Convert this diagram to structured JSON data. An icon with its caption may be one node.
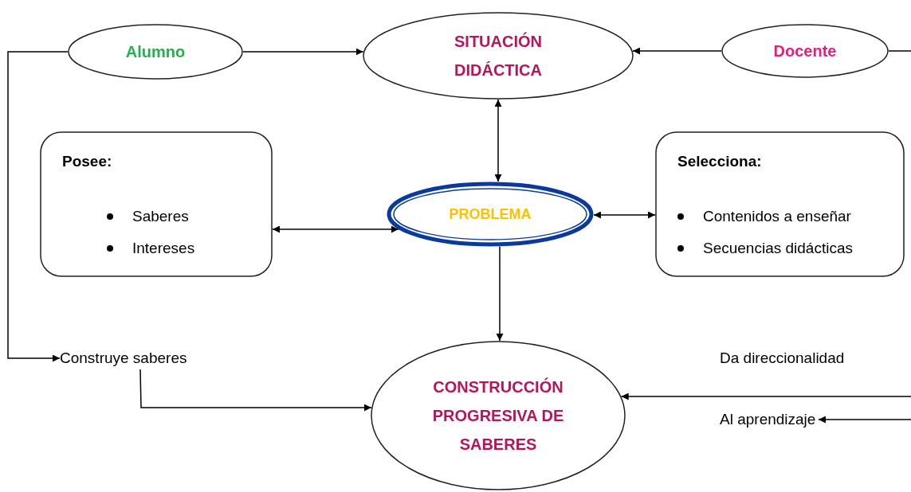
{
  "diagram": {
    "nodes": [
      {
        "text": [
          "Alumno"
        ]
      },
      {
        "text": [
          "SITUACIÓN DIDÁCTICA"
        ]
      },
      {
        "text": [
          "Docente"
        ]
      },
      {
        "text": [
          "Posee:",
          "Saberes",
          "Intereses"
        ]
      },
      {
        "text": [
          "PROBLEMA"
        ]
      },
      {
        "text": [
          "Selecciona:",
          "Contenidos a enseñar",
          "Secuencias didácticas"
        ]
      },
      {
        "text": [
          "Construye saberes"
        ]
      },
      {
        "text": [
          "CONSTRUCCIÓN PROGRESIVA DE SABERES"
        ]
      },
      {
        "text": [
          "Da direccionalidad"
        ]
      },
      {
        "text": [
          "Al aprendizaje"
        ]
      }
    ],
    "edges": [
      {
        "from": 0,
        "to": 1,
        "arrow": "to"
      },
      {
        "from": 2,
        "to": 1,
        "arrow": "to"
      },
      {
        "from": 1,
        "to": 4,
        "arrow": "both"
      },
      {
        "from": 3,
        "to": 4,
        "arrow": "both"
      },
      {
        "from": 4,
        "to": 5,
        "arrow": "both"
      },
      {
        "from": 4,
        "to": 7,
        "arrow": "to"
      },
      {
        "from": 0,
        "to": 6,
        "arrow": "to"
      },
      {
        "from": 6,
        "to": 7,
        "arrow": "to"
      },
      {
        "from": null,
        "to": 7,
        "arrow": "to"
      },
      {
        "from": null,
        "to": 9,
        "arrow": "to"
      },
      {
        "from": 2,
        "to": null,
        "arrow": "none"
      }
    ]
  }
}
